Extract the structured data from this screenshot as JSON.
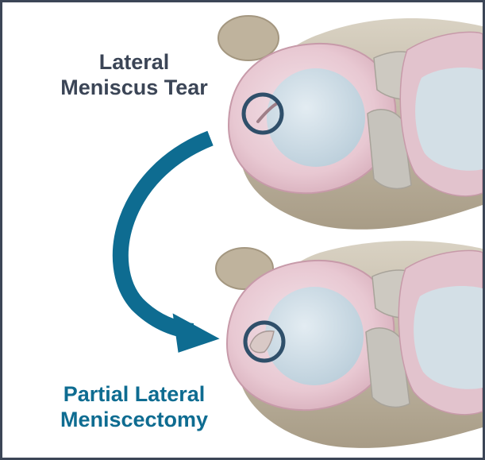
{
  "labels": {
    "top": "Lateral\nMeniscus Tear",
    "bottom": "Partial Lateral\nMeniscectomy"
  },
  "colors": {
    "frame": "#3c4657",
    "top_label": "#3b4556",
    "bottom_label": "#0e6c91",
    "arrow": "#0e6c91",
    "highlight_circle": "#2f4f6a",
    "meniscus_pink": "#e8c8d2",
    "cartilage_blue": "#cfdde6",
    "ligament_gray": "#c6c3bc",
    "bone_tan": "#b7ab96"
  },
  "icons": {
    "arrow": "curved-arrow-icon",
    "top_circle": "tear-highlight-circle",
    "bottom_circle": "meniscectomy-highlight-circle"
  }
}
